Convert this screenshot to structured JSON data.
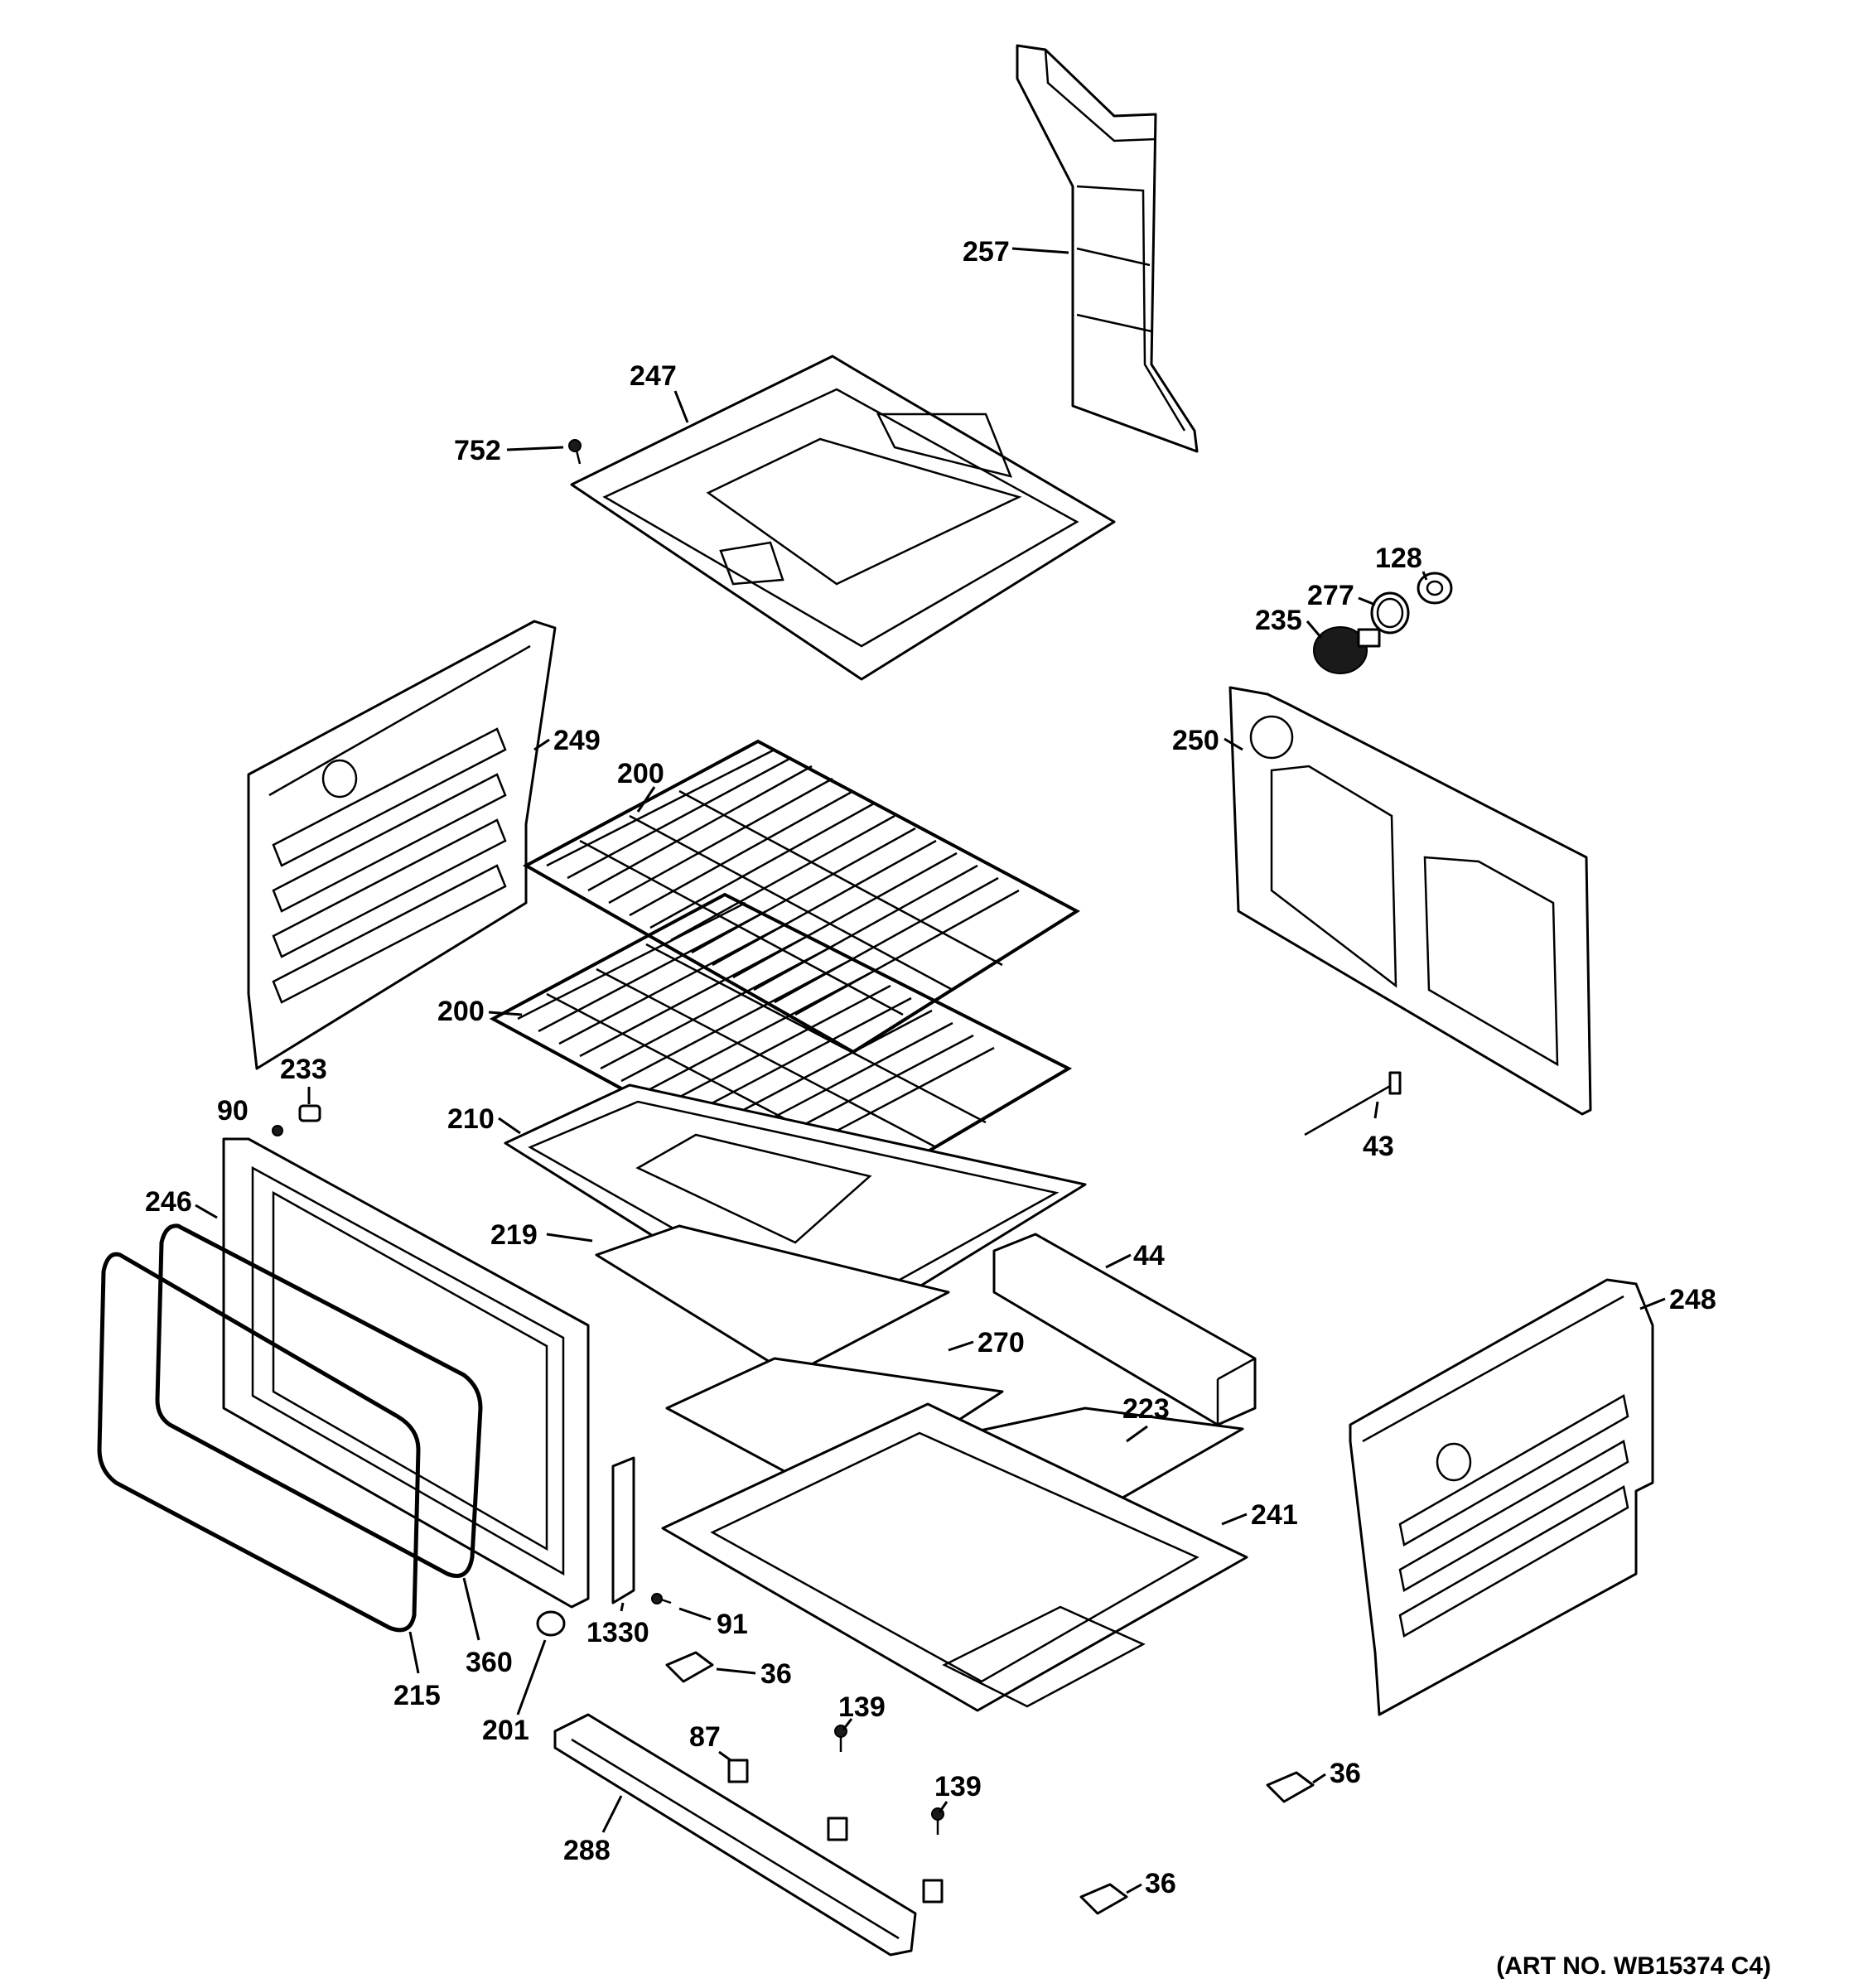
{
  "art_number": "(ART NO. WB15374 C4)",
  "callouts": [
    {
      "id": "c257",
      "label": "257"
    },
    {
      "id": "c247",
      "label": "247"
    },
    {
      "id": "c752",
      "label": "752"
    },
    {
      "id": "c128",
      "label": "128"
    },
    {
      "id": "c277",
      "label": "277"
    },
    {
      "id": "c235",
      "label": "235"
    },
    {
      "id": "c249",
      "label": "249"
    },
    {
      "id": "c200a",
      "label": "200"
    },
    {
      "id": "c250",
      "label": "250"
    },
    {
      "id": "c200b",
      "label": "200"
    },
    {
      "id": "c233",
      "label": "233"
    },
    {
      "id": "c90",
      "label": "90"
    },
    {
      "id": "c210",
      "label": "210"
    },
    {
      "id": "c43",
      "label": "43"
    },
    {
      "id": "c246",
      "label": "246"
    },
    {
      "id": "c219",
      "label": "219"
    },
    {
      "id": "c44",
      "label": "44"
    },
    {
      "id": "c248",
      "label": "248"
    },
    {
      "id": "c270",
      "label": "270"
    },
    {
      "id": "c223",
      "label": "223"
    },
    {
      "id": "c241",
      "label": "241"
    },
    {
      "id": "c1330",
      "label": "1330"
    },
    {
      "id": "c91",
      "label": "91"
    },
    {
      "id": "c360",
      "label": "360"
    },
    {
      "id": "c36a",
      "label": "36"
    },
    {
      "id": "c215",
      "label": "215"
    },
    {
      "id": "c201",
      "label": "201"
    },
    {
      "id": "c139a",
      "label": "139"
    },
    {
      "id": "c87",
      "label": "87"
    },
    {
      "id": "c36b",
      "label": "36"
    },
    {
      "id": "c139b",
      "label": "139"
    },
    {
      "id": "c288",
      "label": "288"
    },
    {
      "id": "c36c",
      "label": "36"
    }
  ]
}
